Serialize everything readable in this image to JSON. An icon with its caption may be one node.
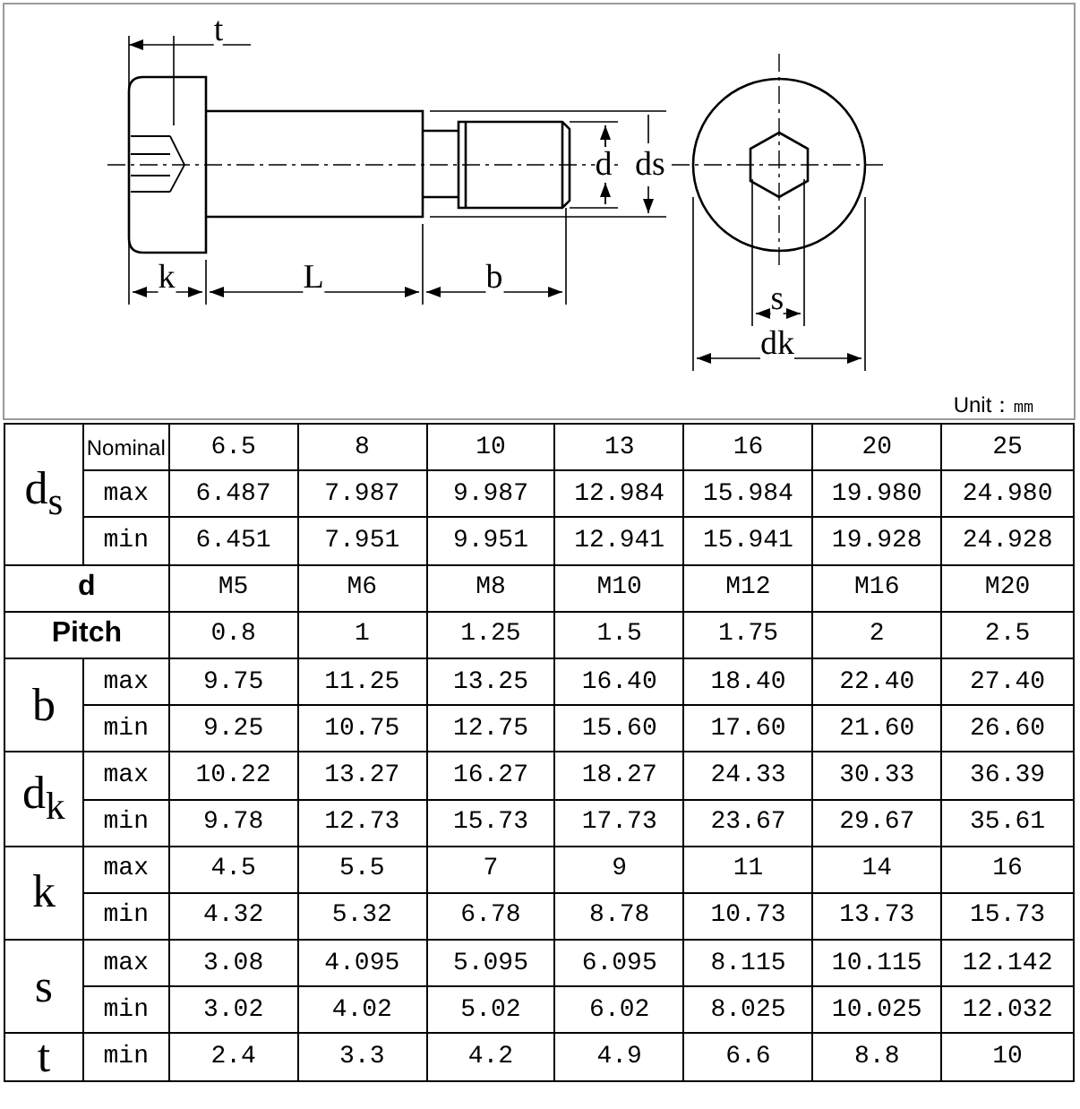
{
  "diagram": {
    "labels": [
      "t",
      "d",
      "ds",
      "k",
      "L",
      "b",
      "s",
      "dk",
      "Unit：㎜",
      "d$_{s}$",
      "Nominal",
      "6.5",
      "8",
      "10",
      "13",
      "16",
      "20",
      "25",
      "max",
      "6.487",
      "7.987",
      "9.987",
      "12.984",
      "15.984",
      "19.980",
      "24.980",
      "min",
      "6.451",
      "7.951",
      "9.951",
      "12.941",
      "15.941",
      "19.928",
      "24.928",
      "d",
      "M5",
      "M6",
      "M8",
      "M10",
      "M12",
      "M16",
      "M20",
      "Pitch",
      "0.8",
      "1",
      "1.25",
      "1.5",
      "1.75",
      "2",
      "2.5",
      "b",
      "max",
      "9.75",
      "11.25",
      "13.25",
      "16.40",
      "18.40",
      "22.40",
      "27.40",
      "min",
      "9.25",
      "10.75",
      "12.75",
      "15.60",
      "17.60",
      "21.60",
      "26.60",
      "d$_{k}$",
      "max",
      "10.22",
      "13.27",
      "16.27",
      "18.27",
      "24.33",
      "30.33",
      "36.39",
      "min",
      "9.78",
      "12.73",
      "15.73",
      "17.73",
      "23.67",
      "29.67",
      "35.61",
      "k",
      "max",
      "4.5",
      "5.5",
      "7",
      "9",
      "11",
      "14",
      "16",
      "min",
      "4.32",
      "5.32",
      "6.78",
      "8.78",
      "10.73",
      "13.73",
      "15.73",
      "s",
      "max",
      "3.08",
      "4.095",
      "5.095",
      "6.095",
      "8.115",
      "10.115",
      "12.142",
      "min",
      "3.02",
      "4.02",
      "5.02",
      "6.02",
      "8.025",
      "10.025",
      "12.032",
      "t",
      "min",
      "2.4",
      "3.3",
      "4.2",
      "4.9",
      "6.6",
      "8.8",
      "10"
    ]
  }
}
